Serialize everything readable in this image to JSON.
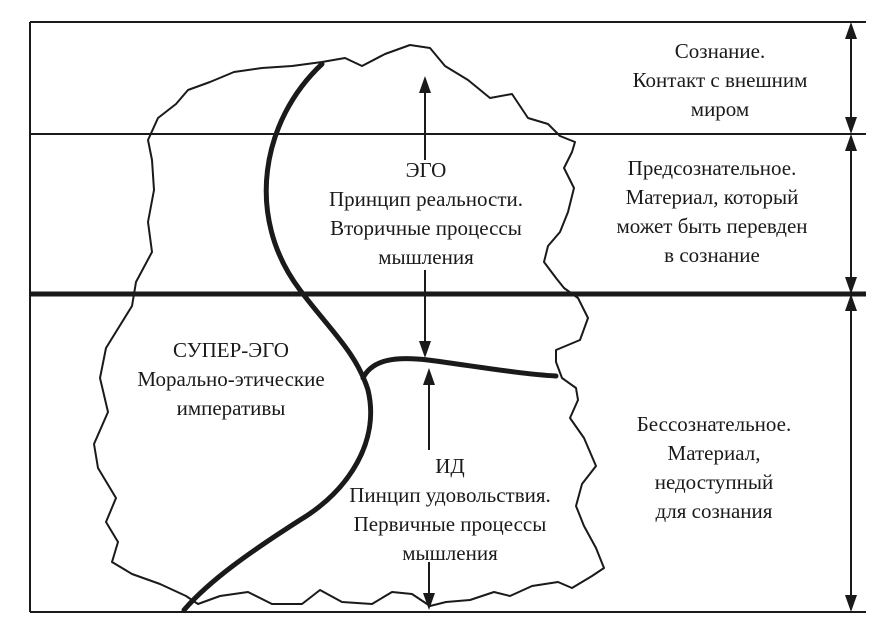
{
  "zones": {
    "conscious": [
      "Сознание.",
      "Контакт с внешним",
      "миром"
    ],
    "preconscious": [
      "Предсознательное.",
      "Материал, который",
      "может быть перевден",
      "в сознание"
    ],
    "unconscious": [
      "Бессознательное.",
      "Материал,",
      "недоступный",
      "для сознания"
    ]
  },
  "structures": {
    "ego": [
      "ЭГО",
      "Принцип реальности.",
      "Вторичные процессы",
      "мышления"
    ],
    "superego": [
      "СУПЕР-ЭГО",
      "Морально-этические",
      "императивы"
    ],
    "id": [
      "ИД",
      "Пинцип удовольствия.",
      "Первичные процессы",
      "мышления"
    ]
  },
  "colors": {
    "ink": "#1a1a1a",
    "background": "#ffffff"
  }
}
